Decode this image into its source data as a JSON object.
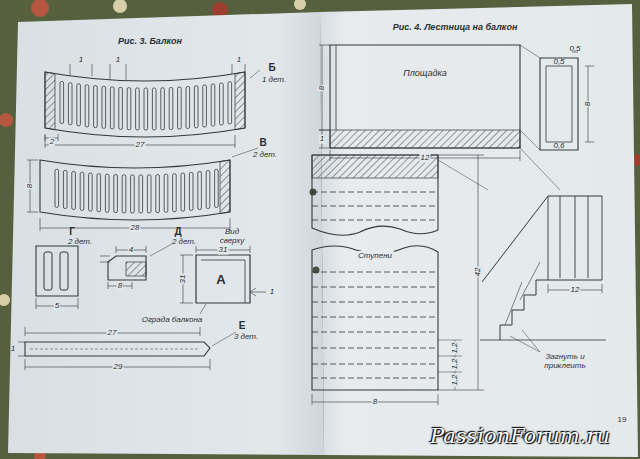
{
  "diagram": {
    "nodes": [
      {
        "text": [
          "Площадка"
        ]
      },
      {
        "text": [
          "Ступени"
        ]
      },
      {
        "text": [
          "А"
        ]
      }
    ],
    "labels": [
      "Рис. 3. Балкон",
      "Рис. 4. Лестница на балкон",
      "Б",
      "1 дет.",
      "1",
      "1",
      "1",
      "2",
      "27",
      "В",
      "2 дет.",
      "8",
      "28",
      "Г",
      "2 дет.",
      "5",
      "Д",
      "2 дет.",
      "4",
      "8",
      "Вид сверху",
      "31",
      "31",
      "1",
      "Ограда балкона",
      "27",
      "Е",
      "3 дет.",
      "29",
      "1",
      "12",
      "8",
      "1",
      "42",
      "1,2",
      "1,2",
      "1,2",
      "8",
      "0,5",
      "0,5",
      "8",
      "0,6",
      "12",
      "Загнуть и приклеить",
      "19",
      "PassionForum.ru"
    ]
  }
}
